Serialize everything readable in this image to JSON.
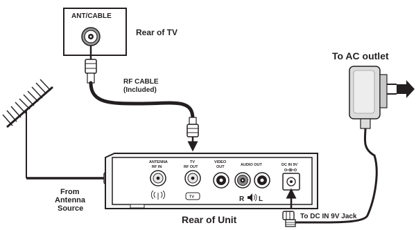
{
  "tv": {
    "port_label": "ANT/CABLE",
    "caption": "Rear of TV"
  },
  "rf_cable": {
    "line1": "RF CABLE",
    "line2": "(Included)"
  },
  "ac": {
    "caption": "To AC outlet"
  },
  "antenna": {
    "line1": "From",
    "line2": "Antenna",
    "line3": "Source"
  },
  "unit": {
    "caption": "Rear of Unit",
    "ports": {
      "antenna_in_l1": "ANTENNA",
      "antenna_in_l2": "RF IN",
      "tv_out_l1": "TV",
      "tv_out_l2": "RF OUT",
      "tv_badge": "TV",
      "video_out_l1": "VIDEO",
      "video_out_l2": "OUT",
      "audio_out": "AUDIO OUT",
      "audio_r": "R",
      "audio_l": "L",
      "dc_in": "DC IN 9V"
    }
  },
  "dc_jack": {
    "caption": "To DC IN 9V Jack"
  }
}
